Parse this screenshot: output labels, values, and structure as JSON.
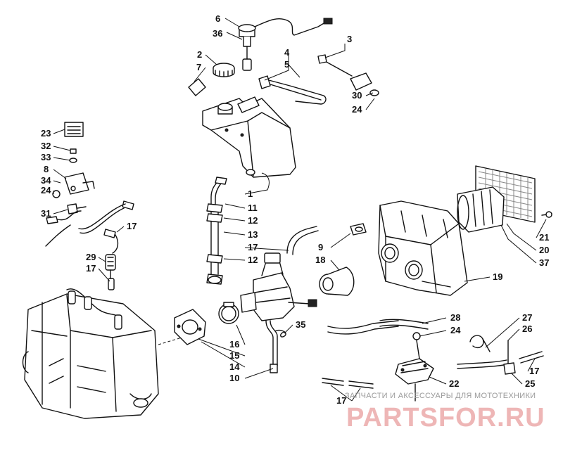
{
  "diagram": {
    "callouts": [
      {
        "id": "c6",
        "label": "6"
      },
      {
        "id": "c36",
        "label": "36"
      },
      {
        "id": "c3",
        "label": "3"
      },
      {
        "id": "c2",
        "label": "2"
      },
      {
        "id": "c7",
        "label": "7"
      },
      {
        "id": "c4",
        "label": "4"
      },
      {
        "id": "c5",
        "label": "5"
      },
      {
        "id": "c30",
        "label": "30"
      },
      {
        "id": "c24a",
        "label": "24"
      },
      {
        "id": "c23",
        "label": "23"
      },
      {
        "id": "c32",
        "label": "32"
      },
      {
        "id": "c33",
        "label": "33"
      },
      {
        "id": "c8",
        "label": "8"
      },
      {
        "id": "c34",
        "label": "34"
      },
      {
        "id": "c24b",
        "label": "24"
      },
      {
        "id": "c31",
        "label": "31"
      },
      {
        "id": "c17a",
        "label": "17"
      },
      {
        "id": "c29",
        "label": "29"
      },
      {
        "id": "c17b",
        "label": "17"
      },
      {
        "id": "c1",
        "label": "1"
      },
      {
        "id": "c11",
        "label": "11"
      },
      {
        "id": "c12a",
        "label": "12"
      },
      {
        "id": "c13",
        "label": "13"
      },
      {
        "id": "c17c",
        "label": "17"
      },
      {
        "id": "c12b",
        "label": "12"
      },
      {
        "id": "c9",
        "label": "9"
      },
      {
        "id": "c18",
        "label": "18"
      },
      {
        "id": "c19",
        "label": "19"
      },
      {
        "id": "c21",
        "label": "21"
      },
      {
        "id": "c20",
        "label": "20"
      },
      {
        "id": "c37",
        "label": "37"
      },
      {
        "id": "c35",
        "label": "35"
      },
      {
        "id": "c16",
        "label": "16"
      },
      {
        "id": "c15",
        "label": "15"
      },
      {
        "id": "c14",
        "label": "14"
      },
      {
        "id": "c10",
        "label": "10"
      },
      {
        "id": "c28",
        "label": "28"
      },
      {
        "id": "c24c",
        "label": "24"
      },
      {
        "id": "c27",
        "label": "27"
      },
      {
        "id": "c26",
        "label": "26"
      },
      {
        "id": "c17d",
        "label": "17"
      },
      {
        "id": "c25",
        "label": "25"
      },
      {
        "id": "c22",
        "label": "22"
      },
      {
        "id": "c17e",
        "label": "17"
      }
    ]
  },
  "watermark": {
    "tagline": "ЗАПЧАСТИ И АКСЕССУАРЫ ДЛЯ МОТОТЕХНИКИ",
    "logo": "PARTSFOR.RU"
  }
}
